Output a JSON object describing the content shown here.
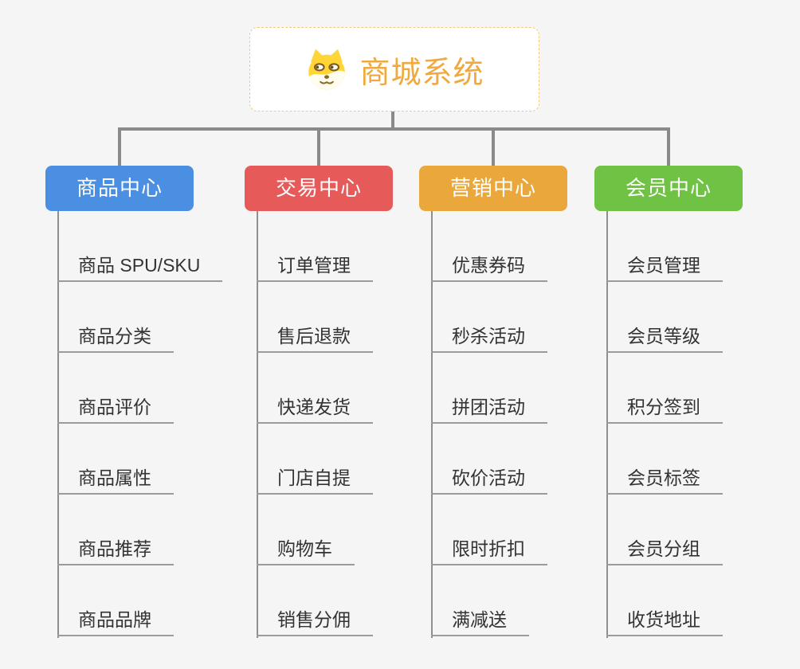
{
  "root": {
    "title": "商城系统",
    "icon": "doge-icon"
  },
  "colors": {
    "background": "#f5f5f5",
    "connector": "#8a8a8a",
    "root_border": "#f4c97c",
    "root_title": "#F0A93E",
    "leaf_text": "#333333",
    "leaf_underline": "#9b9b9b"
  },
  "branches": [
    {
      "label": "商品中心",
      "color": "#4A8FE2",
      "children": [
        "商品 SPU/SKU",
        "商品分类",
        "商品评价",
        "商品属性",
        "商品推荐",
        "商品品牌"
      ]
    },
    {
      "label": "交易中心",
      "color": "#E65A5A",
      "children": [
        "订单管理",
        "售后退款",
        "快递发货",
        "门店自提",
        "购物车",
        "销售分佣"
      ]
    },
    {
      "label": "营销中心",
      "color": "#EAA83C",
      "children": [
        "优惠券码",
        "秒杀活动",
        "拼团活动",
        "砍价活动",
        "限时折扣",
        "满减送"
      ]
    },
    {
      "label": "会员中心",
      "color": "#6FC243",
      "children": [
        "会员管理",
        "会员等级",
        "积分签到",
        "会员标签",
        "会员分组",
        "收货地址"
      ]
    }
  ]
}
